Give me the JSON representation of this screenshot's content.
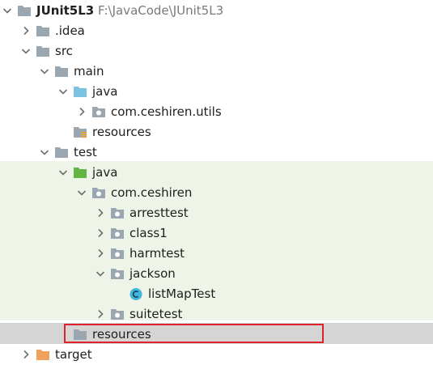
{
  "tree": {
    "rows": [
      {
        "name": "root",
        "depth": 0,
        "expanded": true,
        "icon": "folder-icon",
        "label": "JUnit5L3",
        "path": "F:\\JavaCode\\JUnit5L3"
      },
      {
        "name": "idea",
        "depth": 1,
        "expanded": false,
        "icon": "folder-icon",
        "label": ".idea"
      },
      {
        "name": "src",
        "depth": 1,
        "expanded": true,
        "icon": "folder-icon",
        "label": "src"
      },
      {
        "name": "main",
        "depth": 2,
        "expanded": true,
        "icon": "folder-icon",
        "label": "main"
      },
      {
        "name": "main-java",
        "depth": 3,
        "expanded": true,
        "icon": "source-folder-icon",
        "label": "java"
      },
      {
        "name": "package-utils",
        "depth": 4,
        "expanded": false,
        "icon": "package-icon",
        "label": "com.ceshiren.utils"
      },
      {
        "name": "main-resources",
        "depth": 3,
        "expanded": null,
        "icon": "resources-folder-icon",
        "label": "resources"
      },
      {
        "name": "test",
        "depth": 2,
        "expanded": true,
        "icon": "folder-icon",
        "label": "test"
      },
      {
        "name": "test-java",
        "depth": 3,
        "expanded": true,
        "icon": "test-source-folder-icon",
        "label": "java"
      },
      {
        "name": "package-ceshiren",
        "depth": 4,
        "expanded": true,
        "icon": "package-icon",
        "label": "com.ceshiren"
      },
      {
        "name": "package-arresttest",
        "depth": 5,
        "expanded": false,
        "icon": "package-icon",
        "label": "arresttest"
      },
      {
        "name": "package-class1",
        "depth": 5,
        "expanded": false,
        "icon": "package-icon",
        "label": "class1"
      },
      {
        "name": "package-harmtest",
        "depth": 5,
        "expanded": false,
        "icon": "package-icon",
        "label": "harmtest"
      },
      {
        "name": "package-jackson",
        "depth": 5,
        "expanded": true,
        "icon": "package-icon",
        "label": "jackson"
      },
      {
        "name": "class-listmaptest",
        "depth": 6,
        "expanded": null,
        "icon": "class-icon",
        "label": "listMapTest"
      },
      {
        "name": "package-suitetest",
        "depth": 5,
        "expanded": false,
        "icon": "package-icon",
        "label": "suitetest"
      },
      {
        "name": "test-resources",
        "depth": 3,
        "expanded": null,
        "icon": "folder-icon",
        "label": "resources",
        "selected": true
      },
      {
        "name": "target",
        "depth": 1,
        "expanded": false,
        "icon": "excluded-folder-icon",
        "label": "target"
      }
    ]
  },
  "colors": {
    "folder": "#9aa7b0",
    "source_folder": "#7cc2e2",
    "test_source_folder": "#62b543",
    "excluded_folder": "#f0a25a",
    "resources_stripe": "#f0a732",
    "class_icon": "#40b6e0",
    "arrow": "#6e6e6e",
    "selected_row": "#d5d5d5",
    "test_band": "#eef5e8",
    "highlight_border": "#e0202a"
  }
}
